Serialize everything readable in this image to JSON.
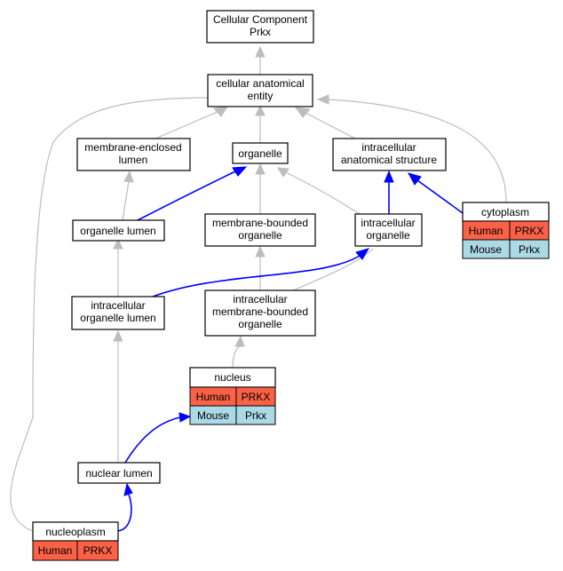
{
  "nodes": {
    "root": [
      "Cellular Component",
      "Prkx"
    ],
    "cae": [
      "cellular anatomical",
      "entity"
    ],
    "mel": [
      "membrane-enclosed",
      "lumen"
    ],
    "org": [
      "organelle"
    ],
    "ias": [
      "intracellular",
      "anatomical structure"
    ],
    "ol": [
      "organelle lumen"
    ],
    "mbo": [
      "membrane-bounded",
      "organelle"
    ],
    "io": [
      "intracellular",
      "organelle"
    ],
    "iol": [
      "intracellular",
      "organelle lumen"
    ],
    "imbo": [
      "intracellular",
      "membrane-bounded",
      "organelle"
    ],
    "nl": [
      "nuclear lumen"
    ]
  },
  "annotated": {
    "cytoplasm": {
      "title": "cytoplasm",
      "rows": [
        [
          "Human",
          "PRKX"
        ],
        [
          "Mouse",
          "Prkx"
        ]
      ]
    },
    "nucleus": {
      "title": "nucleus",
      "rows": [
        [
          "Human",
          "PRKX"
        ],
        [
          "Mouse",
          "Prkx"
        ]
      ]
    },
    "nucleoplasm": {
      "title": "nucleoplasm",
      "rows": [
        [
          "Human",
          "PRKX"
        ]
      ]
    }
  },
  "colors": {
    "human": "#fa6146",
    "mouse": "#acd9e6",
    "edge_is_a": "#bdbdbd",
    "edge_part_of": "#0000ff"
  }
}
